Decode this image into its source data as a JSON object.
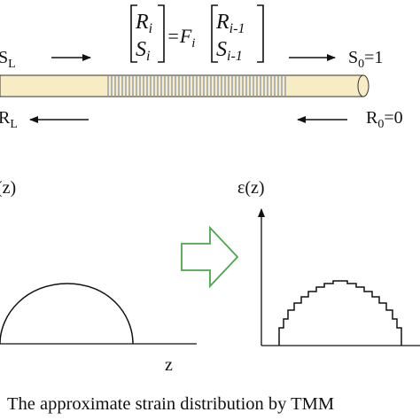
{
  "equation": {
    "lhs_top": "R",
    "lhs_top_sub": "i",
    "lhs_bottom": "S",
    "lhs_bottom_sub": "i",
    "equals_f": "=F",
    "f_sub": "i",
    "rhs_top": "R",
    "rhs_top_sub": "i-1",
    "rhs_bottom": "S",
    "rhs_bottom_sub": "i-1"
  },
  "fiber": {
    "left_top_label": "S",
    "left_top_sub": "L",
    "left_bottom_label": "R",
    "left_bottom_sub": "L",
    "right_top_label": "S",
    "right_top_sub": "0",
    "right_top_value": "=1",
    "right_bottom_label": "R",
    "right_bottom_sub": "0",
    "right_bottom_value": "=0",
    "colors": {
      "fiber_fill": "#f8ecc4",
      "grating_lines": "#3a5fa8",
      "outline": "#333333"
    }
  },
  "left_plot": {
    "y_label": "(z)",
    "x_label": "z"
  },
  "right_plot": {
    "y_label": "ε(z)"
  },
  "transition_arrow": {
    "color": "#4aa84a"
  },
  "caption": "The approximate strain distribution by TMM"
}
